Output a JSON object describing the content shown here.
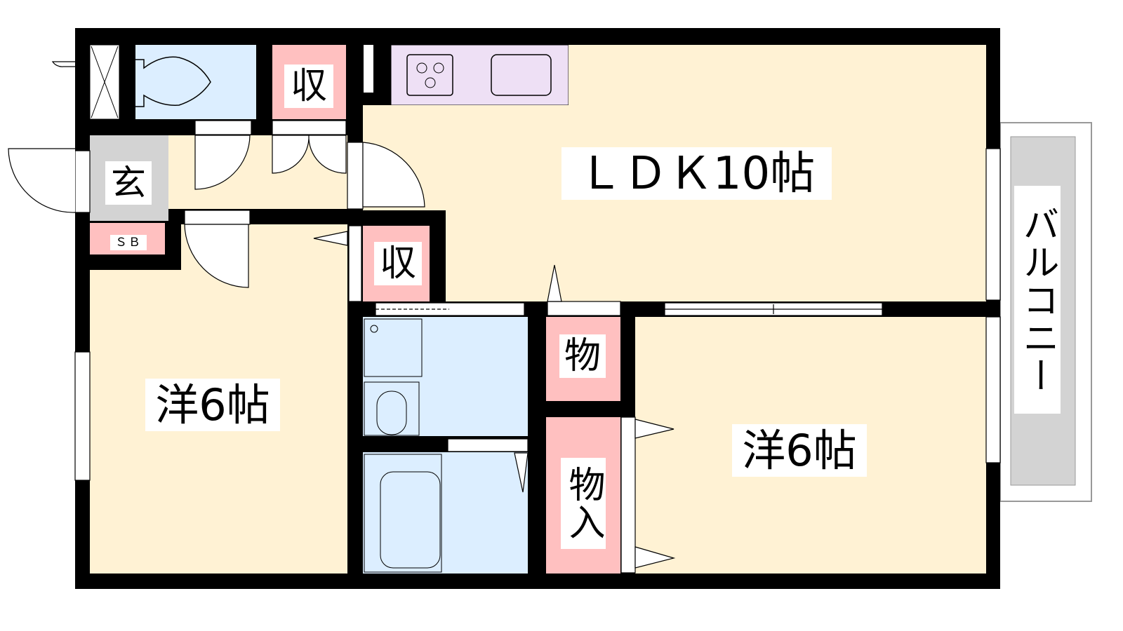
{
  "colors": {
    "wall": "#000000",
    "living": "#FFF2D4",
    "wet": "#DCEEFF",
    "storage": "#FFC0C0",
    "entrance": "#D3D3D3",
    "kitchen": "#EEE0F5",
    "balcony": "#D3D3D3"
  },
  "rooms": {
    "ldk": "ＬＤＫ10帖",
    "western_left": "洋6帖",
    "western_right": "洋6帖",
    "entrance": "玄",
    "shoe_box": "ＳＢ",
    "storage_top": "収",
    "storage_mid": "収",
    "closet_small": "物",
    "closet": "物入",
    "balcony": "バルコニー"
  }
}
